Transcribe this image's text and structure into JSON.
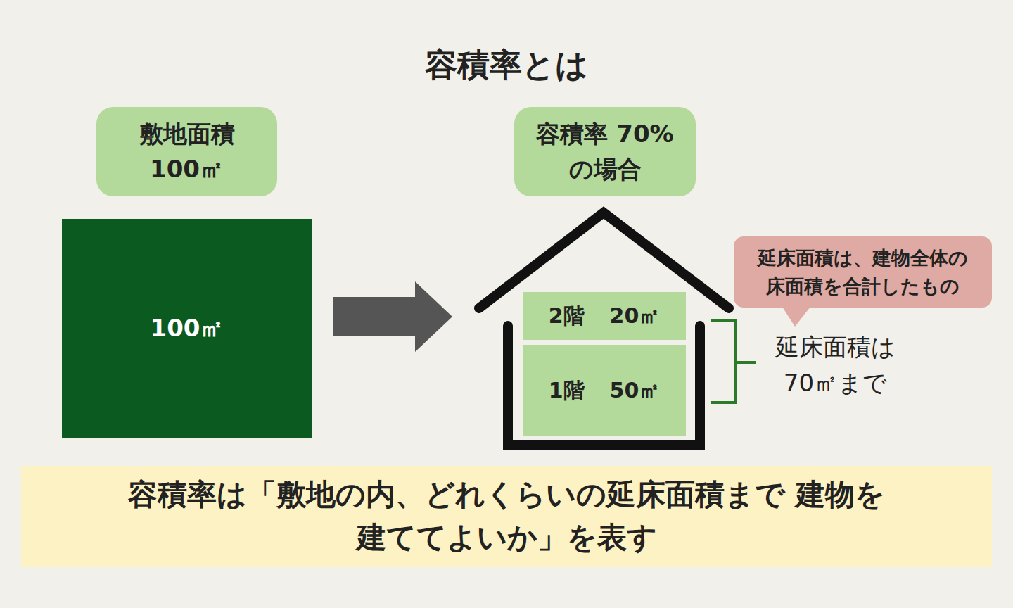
{
  "diagram": {
    "title": "容積率とは",
    "nodes": [
      {
        "text": [
          "敷地面積 100㎡"
        ]
      },
      {
        "text": [
          "100㎡"
        ]
      },
      {
        "text": [
          "容積率 70%の場合"
        ]
      },
      {
        "text": [
          "2階",
          "20㎡"
        ]
      },
      {
        "text": [
          "1階",
          "50㎡"
        ]
      },
      {
        "text": [
          "延床面積は、建物全体の 床面積を合計したもの"
        ]
      },
      {
        "text": [
          "容積率は「敷地の内、どれくらいの延床面積まで 建物を建ててよいか」を表す"
        ]
      }
    ],
    "labels": [
      "延床面積は 70㎡まで"
    ]
  }
}
